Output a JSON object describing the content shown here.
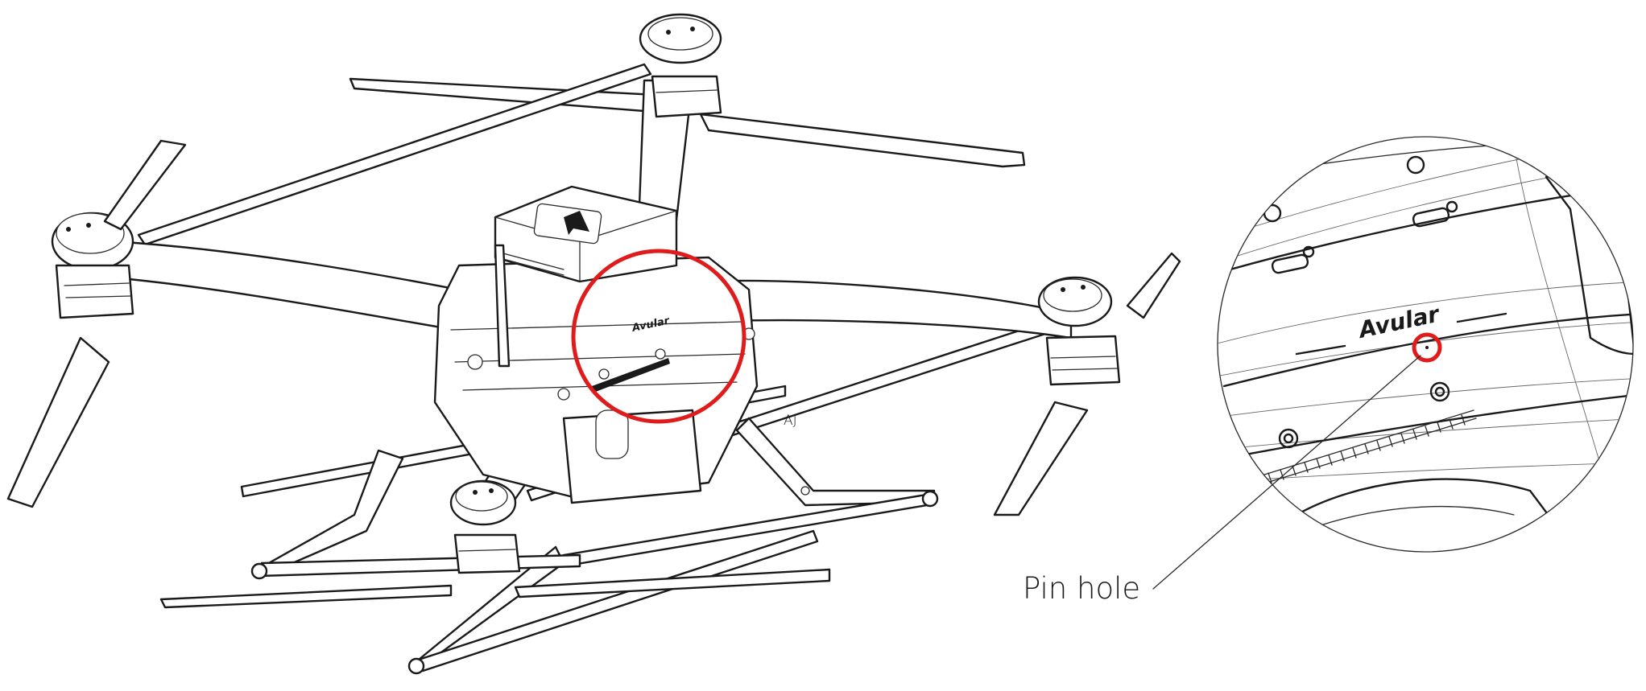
{
  "callout": {
    "label": "Pin hole"
  },
  "brand": {
    "drone_logo_text": "Avular",
    "detail_logo_text": "Avular"
  },
  "part_marking": "AJ",
  "colors": {
    "highlight": "#e01b1b",
    "line": "#1a1a1a",
    "background": "#ffffff"
  },
  "icons": [
    "drone-illustration",
    "detail-magnifier",
    "highlight-circle",
    "leader-line"
  ]
}
